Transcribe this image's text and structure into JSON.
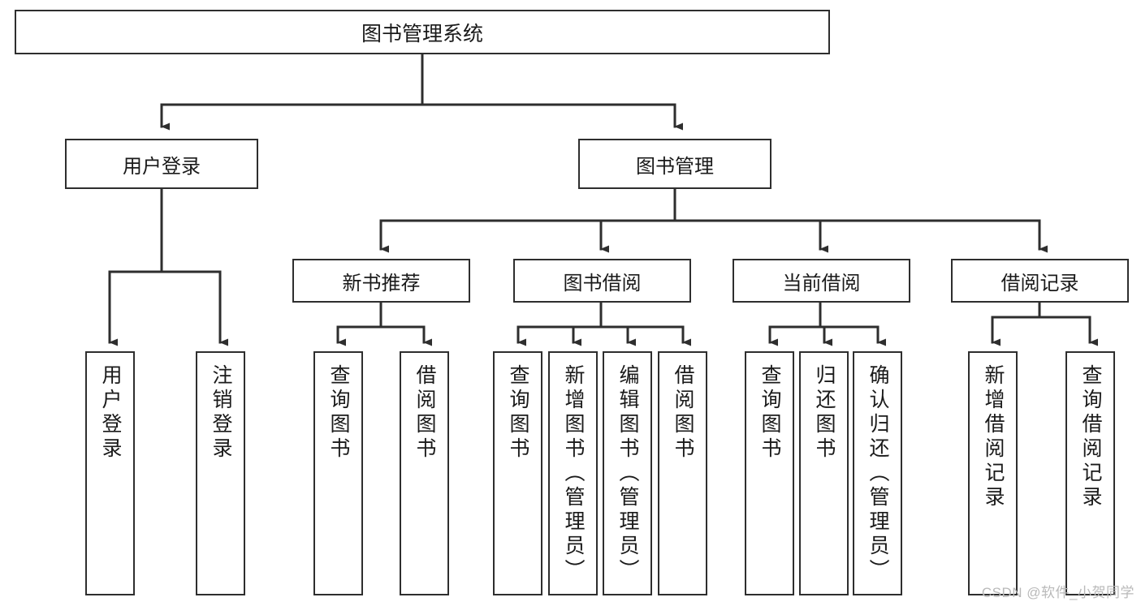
{
  "diagram": {
    "type": "tree",
    "title": "图书管理系统",
    "root": {
      "id": "root",
      "label": "图书管理系统"
    },
    "level1": [
      {
        "id": "user-login",
        "label": "用户登录"
      },
      {
        "id": "book-manage",
        "label": "图书管理"
      }
    ],
    "level2": [
      {
        "id": "new-book-recommend",
        "label": "新书推荐",
        "parent": "book-manage"
      },
      {
        "id": "book-borrow",
        "label": "图书借阅",
        "parent": "book-manage"
      },
      {
        "id": "current-borrow",
        "label": "当前借阅",
        "parent": "book-manage"
      },
      {
        "id": "borrow-record",
        "label": "借阅记录",
        "parent": "book-manage"
      }
    ],
    "leaves": [
      {
        "id": "leaf-user-login",
        "label": "用户登录",
        "parent": "user-login"
      },
      {
        "id": "leaf-user-logout",
        "label": "注销登录",
        "parent": "user-login"
      },
      {
        "id": "leaf-query-book-1",
        "label": "查询图书",
        "parent": "new-book-recommend"
      },
      {
        "id": "leaf-borrow-book-1",
        "label": "借阅图书",
        "parent": "new-book-recommend"
      },
      {
        "id": "leaf-query-book-2",
        "label": "查询图书",
        "parent": "book-borrow"
      },
      {
        "id": "leaf-add-book",
        "label": "新增图书（管理员）",
        "parent": "book-borrow"
      },
      {
        "id": "leaf-edit-book",
        "label": "编辑图书（管理员）",
        "parent": "book-borrow"
      },
      {
        "id": "leaf-borrow-book-2",
        "label": "借阅图书",
        "parent": "book-borrow"
      },
      {
        "id": "leaf-query-book-3",
        "label": "查询图书",
        "parent": "current-borrow"
      },
      {
        "id": "leaf-return-book",
        "label": "归还图书",
        "parent": "current-borrow"
      },
      {
        "id": "leaf-confirm-return",
        "label": "确认归还（管理员）",
        "parent": "current-borrow"
      },
      {
        "id": "leaf-add-record",
        "label": "新增借阅记录",
        "parent": "borrow-record"
      },
      {
        "id": "leaf-query-record",
        "label": "查询借阅记录",
        "parent": "borrow-record"
      }
    ]
  },
  "watermark": {
    "text": "CSDN @软件_小贺同学"
  },
  "colors": {
    "border": "#2e2e2e",
    "background": "#ffffff",
    "text": "#1a1a1a",
    "watermark": "#b9b9b9"
  }
}
